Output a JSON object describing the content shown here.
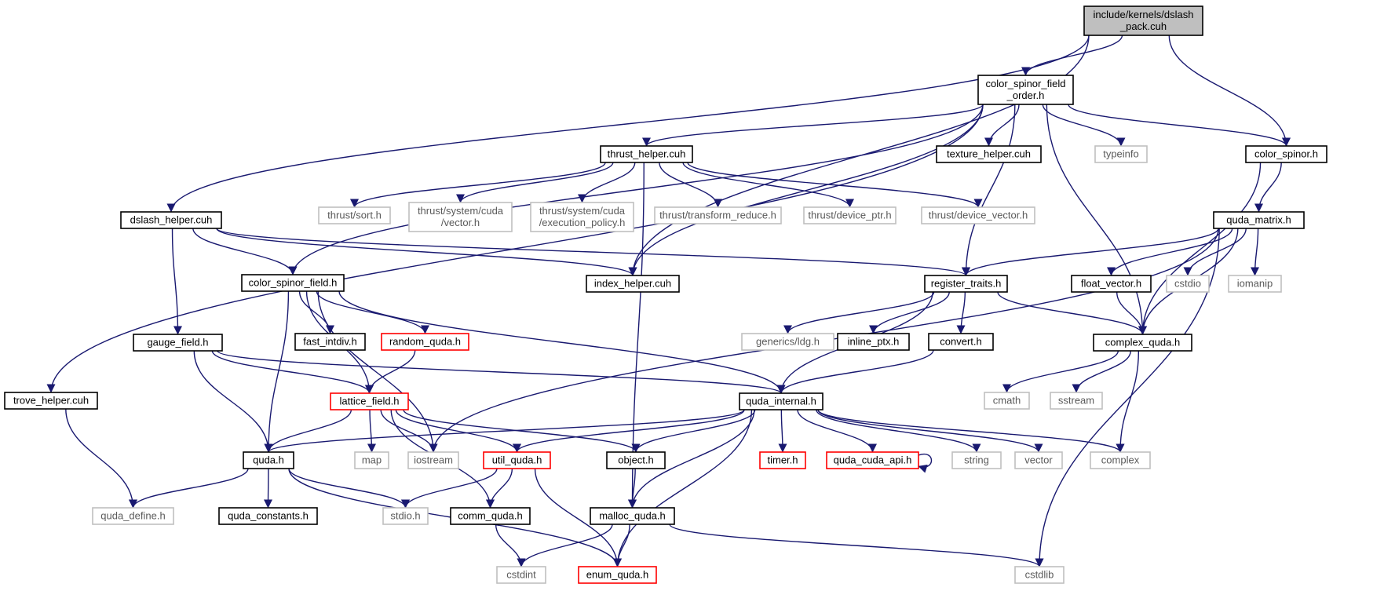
{
  "colors": {
    "edge": "#191970",
    "root_fill": "#bfbfbf",
    "border_documented": "#000000",
    "border_truncated": "#ff0000",
    "border_external": "#bfbfbf",
    "text_external": "#5a5a5a"
  },
  "nodes": [
    {
      "id": "root",
      "lines": [
        "include/kernels/dslash",
        "_pack.cuh"
      ],
      "kind": "root"
    },
    {
      "id": "csfo",
      "lines": [
        "color_spinor_field",
        "_order.h"
      ],
      "kind": "documented"
    },
    {
      "id": "thrust_helper",
      "lines": [
        "thrust_helper.cuh"
      ],
      "kind": "documented"
    },
    {
      "id": "texture_helper",
      "lines": [
        "texture_helper.cuh"
      ],
      "kind": "documented"
    },
    {
      "id": "typeinfo",
      "lines": [
        "typeinfo"
      ],
      "kind": "external"
    },
    {
      "id": "color_spinor",
      "lines": [
        "color_spinor.h"
      ],
      "kind": "documented"
    },
    {
      "id": "dslash_helper",
      "lines": [
        "dslash_helper.cuh"
      ],
      "kind": "documented"
    },
    {
      "id": "thrust_sort",
      "lines": [
        "thrust/sort.h"
      ],
      "kind": "external"
    },
    {
      "id": "thrust_vector",
      "lines": [
        "thrust/system/cuda",
        "/vector.h"
      ],
      "kind": "external"
    },
    {
      "id": "thrust_exec",
      "lines": [
        "thrust/system/cuda",
        "/execution_policy.h"
      ],
      "kind": "external"
    },
    {
      "id": "thrust_tr",
      "lines": [
        "thrust/transform_reduce.h"
      ],
      "kind": "external"
    },
    {
      "id": "thrust_dptr",
      "lines": [
        "thrust/device_ptr.h"
      ],
      "kind": "external"
    },
    {
      "id": "thrust_dvec",
      "lines": [
        "thrust/device_vector.h"
      ],
      "kind": "external"
    },
    {
      "id": "quda_matrix",
      "lines": [
        "quda_matrix.h"
      ],
      "kind": "documented"
    },
    {
      "id": "color_spinor_field",
      "lines": [
        "color_spinor_field.h"
      ],
      "kind": "documented"
    },
    {
      "id": "index_helper",
      "lines": [
        "index_helper.cuh"
      ],
      "kind": "documented"
    },
    {
      "id": "register_traits",
      "lines": [
        "register_traits.h"
      ],
      "kind": "documented"
    },
    {
      "id": "float_vector",
      "lines": [
        "float_vector.h"
      ],
      "kind": "documented"
    },
    {
      "id": "cstdio",
      "lines": [
        "cstdio"
      ],
      "kind": "external"
    },
    {
      "id": "iomanip",
      "lines": [
        "iomanip"
      ],
      "kind": "external"
    },
    {
      "id": "gauge_field",
      "lines": [
        "gauge_field.h"
      ],
      "kind": "documented"
    },
    {
      "id": "fast_intdiv",
      "lines": [
        "fast_intdiv.h"
      ],
      "kind": "documented"
    },
    {
      "id": "random_quda",
      "lines": [
        "random_quda.h"
      ],
      "kind": "truncated"
    },
    {
      "id": "generics_ldg",
      "lines": [
        "generics/ldg.h"
      ],
      "kind": "external"
    },
    {
      "id": "inline_ptx",
      "lines": [
        "inline_ptx.h"
      ],
      "kind": "documented"
    },
    {
      "id": "convert",
      "lines": [
        "convert.h"
      ],
      "kind": "documented"
    },
    {
      "id": "complex_quda",
      "lines": [
        "complex_quda.h"
      ],
      "kind": "documented"
    },
    {
      "id": "trove_helper",
      "lines": [
        "trove_helper.cuh"
      ],
      "kind": "documented"
    },
    {
      "id": "lattice_field",
      "lines": [
        "lattice_field.h"
      ],
      "kind": "truncated"
    },
    {
      "id": "quda_internal",
      "lines": [
        "quda_internal.h"
      ],
      "kind": "documented"
    },
    {
      "id": "cmath",
      "lines": [
        "cmath"
      ],
      "kind": "external"
    },
    {
      "id": "sstream",
      "lines": [
        "sstream"
      ],
      "kind": "external"
    },
    {
      "id": "quda_h",
      "lines": [
        "quda.h"
      ],
      "kind": "documented"
    },
    {
      "id": "map",
      "lines": [
        "map"
      ],
      "kind": "external"
    },
    {
      "id": "iostream",
      "lines": [
        "iostream"
      ],
      "kind": "external"
    },
    {
      "id": "util_quda",
      "lines": [
        "util_quda.h"
      ],
      "kind": "truncated"
    },
    {
      "id": "object",
      "lines": [
        "object.h"
      ],
      "kind": "documented"
    },
    {
      "id": "timer",
      "lines": [
        "timer.h"
      ],
      "kind": "truncated"
    },
    {
      "id": "quda_cuda_api",
      "lines": [
        "quda_cuda_api.h"
      ],
      "kind": "truncated"
    },
    {
      "id": "string",
      "lines": [
        "string"
      ],
      "kind": "external"
    },
    {
      "id": "vector",
      "lines": [
        "vector"
      ],
      "kind": "external"
    },
    {
      "id": "complex",
      "lines": [
        "complex"
      ],
      "kind": "external"
    },
    {
      "id": "quda_define",
      "lines": [
        "quda_define.h"
      ],
      "kind": "external"
    },
    {
      "id": "quda_constants",
      "lines": [
        "quda_constants.h"
      ],
      "kind": "documented"
    },
    {
      "id": "stdio",
      "lines": [
        "stdio.h"
      ],
      "kind": "external"
    },
    {
      "id": "comm_quda",
      "lines": [
        "comm_quda.h"
      ],
      "kind": "documented"
    },
    {
      "id": "malloc_quda",
      "lines": [
        "malloc_quda.h"
      ],
      "kind": "documented"
    },
    {
      "id": "cstdint",
      "lines": [
        "cstdint"
      ],
      "kind": "external"
    },
    {
      "id": "enum_quda",
      "lines": [
        "enum_quda.h"
      ],
      "kind": "truncated"
    },
    {
      "id": "cstdlib",
      "lines": [
        "cstdlib"
      ],
      "kind": "external"
    }
  ],
  "edges": [
    [
      "root",
      "csfo"
    ],
    [
      "root",
      "color_spinor"
    ],
    [
      "root",
      "dslash_helper"
    ],
    [
      "root",
      "index_helper"
    ],
    [
      "csfo",
      "thrust_helper"
    ],
    [
      "csfo",
      "texture_helper"
    ],
    [
      "csfo",
      "typeinfo"
    ],
    [
      "csfo",
      "color_spinor"
    ],
    [
      "csfo",
      "color_spinor_field"
    ],
    [
      "csfo",
      "trove_helper"
    ],
    [
      "csfo",
      "index_helper"
    ],
    [
      "csfo",
      "register_traits"
    ],
    [
      "csfo",
      "complex_quda"
    ],
    [
      "thrust_helper",
      "thrust_sort"
    ],
    [
      "thrust_helper",
      "thrust_vector"
    ],
    [
      "thrust_helper",
      "thrust_exec"
    ],
    [
      "thrust_helper",
      "thrust_tr"
    ],
    [
      "thrust_helper",
      "thrust_dptr"
    ],
    [
      "thrust_helper",
      "thrust_dvec"
    ],
    [
      "thrust_helper",
      "malloc_quda"
    ],
    [
      "color_spinor",
      "quda_matrix"
    ],
    [
      "color_spinor",
      "complex_quda"
    ],
    [
      "dslash_helper",
      "color_spinor_field"
    ],
    [
      "dslash_helper",
      "gauge_field"
    ],
    [
      "dslash_helper",
      "index_helper"
    ],
    [
      "dslash_helper",
      "register_traits"
    ],
    [
      "quda_matrix",
      "register_traits"
    ],
    [
      "quda_matrix",
      "float_vector"
    ],
    [
      "quda_matrix",
      "cstdio"
    ],
    [
      "quda_matrix",
      "iomanip"
    ],
    [
      "quda_matrix",
      "complex_quda"
    ],
    [
      "quda_matrix",
      "cstdlib"
    ],
    [
      "quda_matrix",
      "iostream"
    ],
    [
      "color_spinor_field",
      "fast_intdiv"
    ],
    [
      "color_spinor_field",
      "random_quda"
    ],
    [
      "color_spinor_field",
      "lattice_field"
    ],
    [
      "color_spinor_field",
      "quda_internal"
    ],
    [
      "color_spinor_field",
      "quda_h"
    ],
    [
      "color_spinor_field",
      "iostream"
    ],
    [
      "register_traits",
      "generics_ldg"
    ],
    [
      "register_traits",
      "inline_ptx"
    ],
    [
      "register_traits",
      "convert"
    ],
    [
      "register_traits",
      "complex_quda"
    ],
    [
      "register_traits",
      "quda_internal"
    ],
    [
      "float_vector",
      "complex_quda"
    ],
    [
      "gauge_field",
      "lattice_field"
    ],
    [
      "gauge_field",
      "quda_internal"
    ],
    [
      "gauge_field",
      "quda_h"
    ],
    [
      "random_quda",
      "lattice_field"
    ],
    [
      "convert",
      "quda_internal"
    ],
    [
      "complex_quda",
      "cmath"
    ],
    [
      "complex_quda",
      "sstream"
    ],
    [
      "complex_quda",
      "complex"
    ],
    [
      "trove_helper",
      "quda_define"
    ],
    [
      "lattice_field",
      "quda_h"
    ],
    [
      "lattice_field",
      "map"
    ],
    [
      "lattice_field",
      "iostream"
    ],
    [
      "lattice_field",
      "util_quda"
    ],
    [
      "lattice_field",
      "object"
    ],
    [
      "lattice_field",
      "comm_quda"
    ],
    [
      "quda_internal",
      "quda_h"
    ],
    [
      "quda_internal",
      "util_quda"
    ],
    [
      "quda_internal",
      "object"
    ],
    [
      "quda_internal",
      "timer"
    ],
    [
      "quda_internal",
      "quda_cuda_api"
    ],
    [
      "quda_internal",
      "string"
    ],
    [
      "quda_internal",
      "vector"
    ],
    [
      "quda_internal",
      "complex"
    ],
    [
      "quda_internal",
      "malloc_quda"
    ],
    [
      "quda_internal",
      "enum_quda"
    ],
    [
      "quda_cuda_api",
      "quda_cuda_api"
    ],
    [
      "quda_h",
      "quda_define"
    ],
    [
      "quda_h",
      "quda_constants"
    ],
    [
      "quda_h",
      "stdio"
    ],
    [
      "quda_h",
      "enum_quda"
    ],
    [
      "util_quda",
      "stdio"
    ],
    [
      "util_quda",
      "comm_quda"
    ],
    [
      "util_quda",
      "enum_quda"
    ],
    [
      "object",
      "malloc_quda"
    ],
    [
      "comm_quda",
      "cstdint"
    ],
    [
      "malloc_quda",
      "cstdint"
    ],
    [
      "malloc_quda",
      "enum_quda"
    ],
    [
      "malloc_quda",
      "cstdlib"
    ]
  ]
}
